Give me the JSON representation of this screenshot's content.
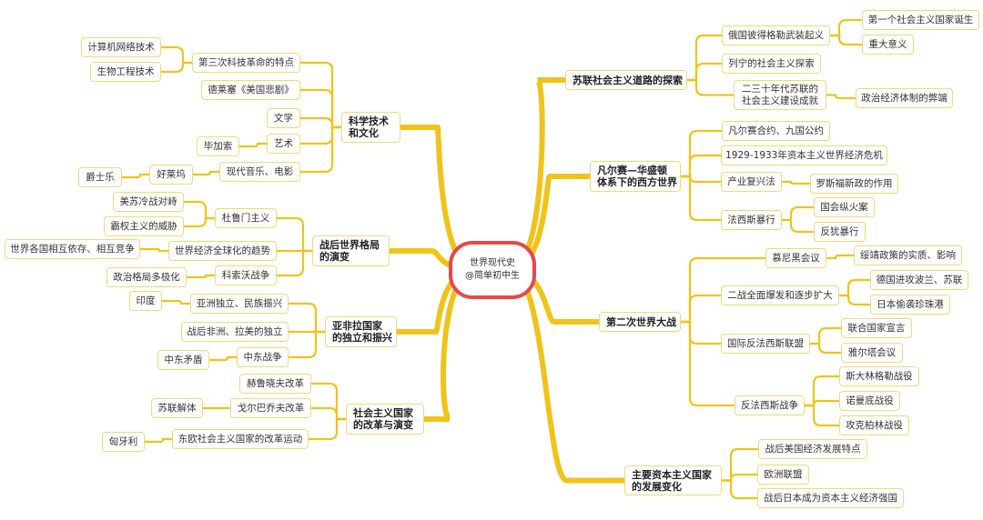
{
  "center": {
    "title": "世界现代史",
    "subtitle": "@简单初中生"
  },
  "colors": {
    "branch": "#f0c31a",
    "center_border": "#e8474c",
    "node_border": "#f2d877"
  },
  "nodes": [
    {
      "id": "r1",
      "parent": "center",
      "text": "苏联社会主义道路的探索",
      "topic": true
    },
    {
      "id": "r1a",
      "parent": "r1",
      "text": "俄国彼得格勒武装起义"
    },
    {
      "id": "r1a1",
      "parent": "r1a",
      "text": "第一个社会主义国家诞生"
    },
    {
      "id": "r1a2",
      "parent": "r1a",
      "text": "重大意义"
    },
    {
      "id": "r1b",
      "parent": "r1",
      "text": "列宁的社会主义探索"
    },
    {
      "id": "r1c",
      "parent": "r1",
      "text": "二三十年代苏联的\n社会主义建设成就"
    },
    {
      "id": "r1c1",
      "parent": "r1c",
      "text": "政治经济体制的弊端"
    },
    {
      "id": "r2",
      "parent": "center",
      "text": "凡尔赛—华盛顿\n体系下的西方世界",
      "topic": true
    },
    {
      "id": "r2a",
      "parent": "r2",
      "text": "凡尔赛合约、九国公约"
    },
    {
      "id": "r2b",
      "parent": "r2",
      "text": "1929-1933年资本主义世界经济危机"
    },
    {
      "id": "r2c",
      "parent": "r2",
      "text": "产业复兴法"
    },
    {
      "id": "r2c1",
      "parent": "r2c",
      "text": "罗斯福新政的作用"
    },
    {
      "id": "r2d",
      "parent": "r2",
      "text": "法西斯暴行"
    },
    {
      "id": "r2d1",
      "parent": "r2d",
      "text": "国会纵火案"
    },
    {
      "id": "r2d2",
      "parent": "r2d",
      "text": "反犹暴行"
    },
    {
      "id": "r3",
      "parent": "center",
      "text": "第二次世界大战",
      "topic": true
    },
    {
      "id": "r3a",
      "parent": "r3",
      "text": "慕尼黑会议"
    },
    {
      "id": "r3a1",
      "parent": "r3a",
      "text": "绥靖政策的实质、影响"
    },
    {
      "id": "r3b",
      "parent": "r3",
      "text": "二战全面爆发和逐步扩大"
    },
    {
      "id": "r3b1",
      "parent": "r3b",
      "text": "德国进攻波兰、苏联"
    },
    {
      "id": "r3b2",
      "parent": "r3b",
      "text": "日本偷袭珍珠港"
    },
    {
      "id": "r3c",
      "parent": "r3",
      "text": "国际反法西斯联盟"
    },
    {
      "id": "r3c1",
      "parent": "r3c",
      "text": "联合国家宣言"
    },
    {
      "id": "r3c2",
      "parent": "r3c",
      "text": "雅尔塔会议"
    },
    {
      "id": "r3d",
      "parent": "r3",
      "text": "反法西斯战争"
    },
    {
      "id": "r3d1",
      "parent": "r3d",
      "text": "斯大林格勒战役"
    },
    {
      "id": "r3d2",
      "parent": "r3d",
      "text": "诺曼底战役"
    },
    {
      "id": "r3d3",
      "parent": "r3d",
      "text": "攻克柏林战役"
    },
    {
      "id": "r4",
      "parent": "center",
      "text": "主要资本主义国家\n的发展变化",
      "topic": true
    },
    {
      "id": "r4a",
      "parent": "r4",
      "text": "战后美国经济发展特点"
    },
    {
      "id": "r4b",
      "parent": "r4",
      "text": "欧洲联盟"
    },
    {
      "id": "r4c",
      "parent": "r4",
      "text": "战后日本成为资本主义经济强国"
    },
    {
      "id": "l1",
      "parent": "center",
      "text": "科学技术\n和文化",
      "topic": true
    },
    {
      "id": "l1a",
      "parent": "l1",
      "text": "第三次科技革命的特点"
    },
    {
      "id": "l1a1",
      "parent": "l1a",
      "text": "计算机网络技术"
    },
    {
      "id": "l1a2",
      "parent": "l1a",
      "text": "生物工程技术"
    },
    {
      "id": "l1b",
      "parent": "l1",
      "text": "德莱塞《美国悲剧》"
    },
    {
      "id": "l1c",
      "parent": "l1",
      "text": "文学"
    },
    {
      "id": "l1d",
      "parent": "l1",
      "text": "艺术"
    },
    {
      "id": "l1d1",
      "parent": "l1d",
      "text": "毕加索"
    },
    {
      "id": "l1e",
      "parent": "l1",
      "text": "现代音乐、电影"
    },
    {
      "id": "l1e1",
      "parent": "l1e",
      "text": "好莱坞"
    },
    {
      "id": "l1e1a",
      "parent": "l1e1",
      "text": "爵士乐"
    },
    {
      "id": "l2",
      "parent": "center",
      "text": "战后世界格局\n的演变",
      "topic": true
    },
    {
      "id": "l2a",
      "parent": "l2",
      "text": "杜鲁门主义"
    },
    {
      "id": "l2a1",
      "parent": "l2a",
      "text": "美苏冷战对峙"
    },
    {
      "id": "l2a2",
      "parent": "l2a",
      "text": "霸权主义的威胁"
    },
    {
      "id": "l2b",
      "parent": "l2",
      "text": "世界经济全球化的趋势"
    },
    {
      "id": "l2b1",
      "parent": "l2b",
      "text": "世界各国相互依存、相互竞争"
    },
    {
      "id": "l2c",
      "parent": "l2",
      "text": "科索沃战争"
    },
    {
      "id": "l2c1",
      "parent": "l2c",
      "text": "政治格局多极化"
    },
    {
      "id": "l3",
      "parent": "center",
      "text": "亚非拉国家\n的独立和振兴",
      "topic": true
    },
    {
      "id": "l3a",
      "parent": "l3",
      "text": "亚洲独立、民族振兴"
    },
    {
      "id": "l3a1",
      "parent": "l3a",
      "text": "印度"
    },
    {
      "id": "l3b",
      "parent": "l3",
      "text": "战后非洲、拉美的独立"
    },
    {
      "id": "l3c",
      "parent": "l3",
      "text": "中东战争"
    },
    {
      "id": "l3c1",
      "parent": "l3c",
      "text": "中东矛盾"
    },
    {
      "id": "l4",
      "parent": "center",
      "text": "社会主义国家\n的改革与演变",
      "topic": true
    },
    {
      "id": "l4a",
      "parent": "l4",
      "text": "赫鲁晓夫改革"
    },
    {
      "id": "l4b",
      "parent": "l4",
      "text": "戈尔巴乔夫改革"
    },
    {
      "id": "l4b1",
      "parent": "l4b",
      "text": "苏联解体"
    },
    {
      "id": "l4c",
      "parent": "l4",
      "text": "东欧社会主义国家的改革运动"
    },
    {
      "id": "l4c1",
      "parent": "l4c",
      "text": "匈牙利"
    }
  ]
}
